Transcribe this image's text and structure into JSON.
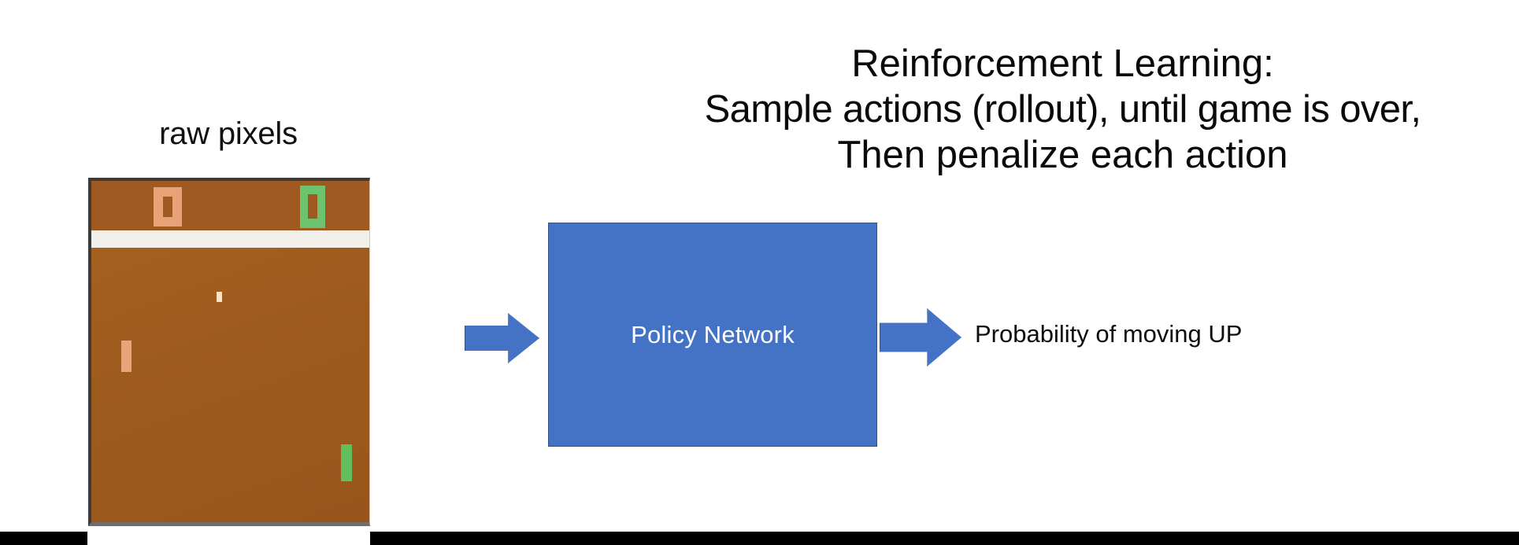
{
  "caption": {
    "raw_pixels": "raw pixels"
  },
  "title": {
    "line1": "Reinforcement Learning:",
    "line2": "Sample actions (rollout), until game is over,",
    "line3": "Then penalize each action"
  },
  "diagram": {
    "policy_network_label": "Policy Network",
    "output_label": "Probability of moving UP",
    "box_color": "#4472C4",
    "box_border_color": "#2F528F",
    "arrow_color": "#4472C4"
  },
  "game": {
    "name": "Atari Pong",
    "score_left": "0",
    "score_right": "0",
    "background_color": "#9D5A1E",
    "score_bar_color": "#A05A21",
    "divider_color": "#F2F0EB",
    "left_paddle_color": "#E9A57A",
    "right_paddle_color": "#62BD5C",
    "ball_color": "#F7E7C8"
  }
}
